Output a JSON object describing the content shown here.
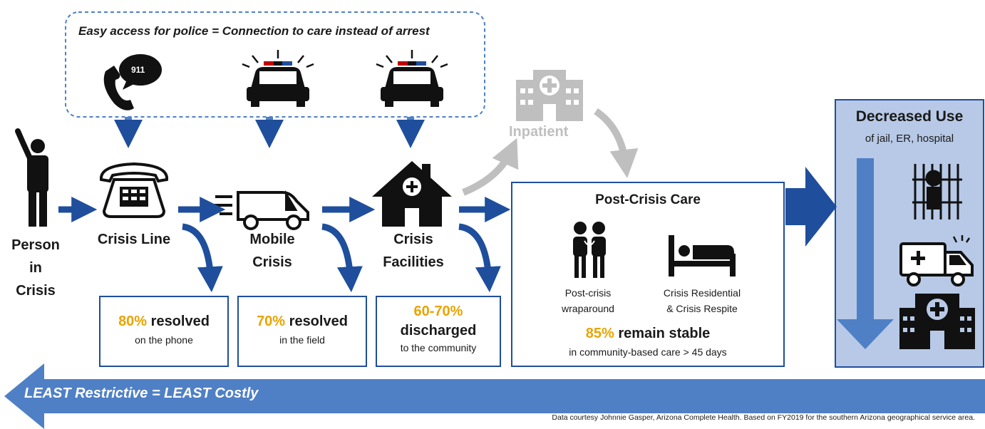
{
  "header": {
    "police_access": "Easy access for police = Connection to care instead of arrest"
  },
  "icons": {
    "phone_bubble_label": "911",
    "inpatient_label": "Inpatient"
  },
  "stages": {
    "person": [
      "Person",
      "in",
      "Crisis"
    ],
    "crisis_line": "Crisis Line",
    "mobile_crisis": [
      "Mobile",
      "Crisis"
    ],
    "crisis_facilities": [
      "Crisis",
      "Facilities"
    ]
  },
  "outcomes": {
    "crisis_line": {
      "pct": "80%",
      "label": "resolved",
      "detail": "on the phone"
    },
    "mobile_crisis": {
      "pct": "70%",
      "label": "resolved",
      "detail": "in the field"
    },
    "crisis_facilities": {
      "pct": "60-70%",
      "label": "discharged",
      "detail": "to the community"
    }
  },
  "post_crisis": {
    "title": "Post-Crisis Care",
    "wraparound": [
      "Post-crisis",
      "wraparound"
    ],
    "residential": [
      "Crisis Residential",
      "& Crisis Respite"
    ],
    "stable_pct": "85%",
    "stable_label": "remain stable",
    "stable_detail": "in community-based care > 45 days"
  },
  "decreased": {
    "title": "Decreased Use",
    "subtitle": "of jail, ER, hospital"
  },
  "bottom_arrow": {
    "label": "LEAST Restrictive = LEAST Costly"
  },
  "footer": {
    "credit": "Data courtesy Johnnie Gasper, Arizona Complete Health. Based on FY2019 for the southern Arizona geographical service area."
  },
  "colors": {
    "navy": "#1f4e9c",
    "light_blue": "#4f80c6",
    "panel_blue": "#b7c9e6",
    "gold": "#e8a400",
    "grey": "#bfbfbf"
  }
}
